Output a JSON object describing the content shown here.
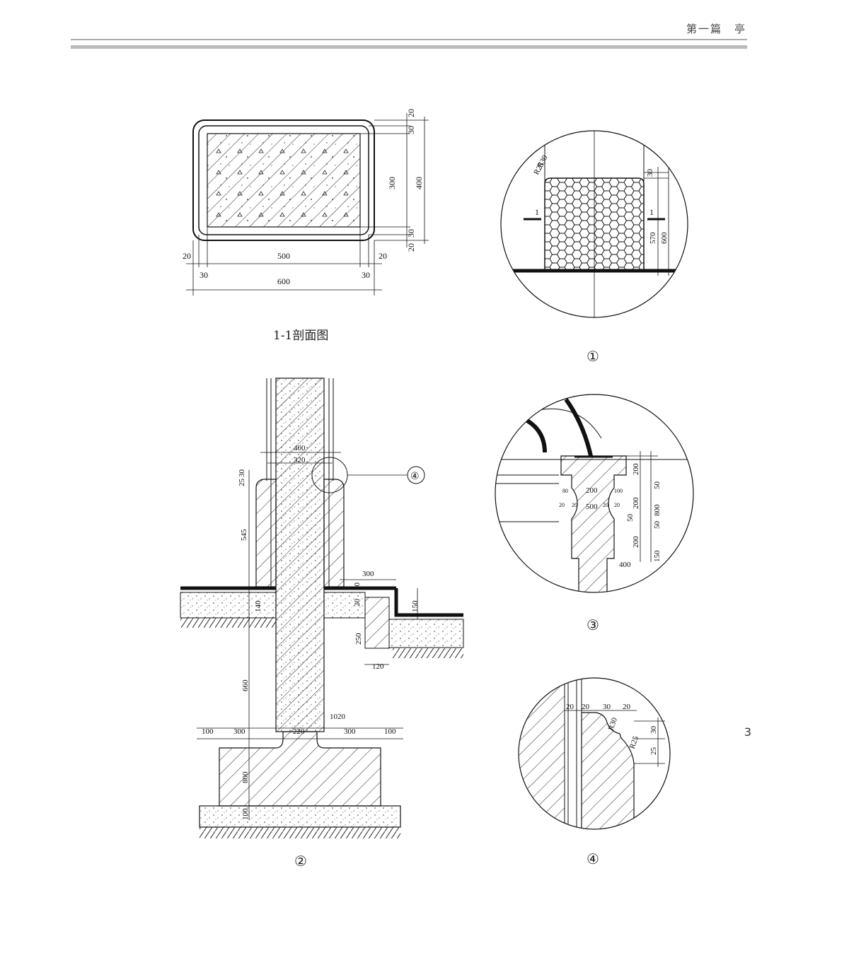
{
  "header": {
    "title": "第一篇　亭"
  },
  "page_number": "3",
  "section_1_1": {
    "caption": "1-1剖面图",
    "dims_right": [
      "20",
      "30",
      "300",
      "400",
      "30",
      "20"
    ],
    "dims_bottom": [
      "20",
      "500",
      "20",
      "30",
      "30",
      "600"
    ]
  },
  "detail_1": {
    "label": "①",
    "section_marks": [
      "1",
      "1"
    ],
    "radii": [
      "R30",
      "R25"
    ],
    "dims": [
      "30",
      "570",
      "600"
    ]
  },
  "detail_2": {
    "label": "②",
    "callout": "④",
    "dims": [
      "400",
      "320",
      "25",
      "30",
      "545",
      "300",
      "20",
      "140",
      "20",
      "150",
      "250",
      "120",
      "660",
      "1020",
      "100",
      "300",
      "220",
      "300",
      "100",
      "800",
      "100"
    ]
  },
  "detail_3": {
    "label": "③",
    "dims": [
      "200",
      "50",
      "200",
      "800",
      "50",
      "50",
      "200",
      "150",
      "80",
      "20",
      "20",
      "200",
      "100",
      "20",
      "20",
      "500",
      "400"
    ]
  },
  "detail_4": {
    "label": "④",
    "dims": [
      "20",
      "20",
      "30",
      "20",
      "R30",
      "R25",
      "30",
      "25"
    ]
  }
}
